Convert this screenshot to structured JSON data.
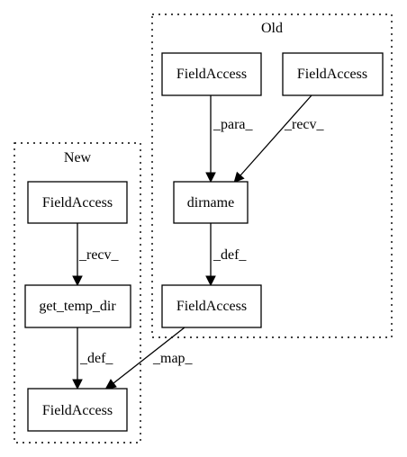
{
  "clusters": {
    "old": {
      "label": "Old"
    },
    "new": {
      "label": "New"
    }
  },
  "nodes": {
    "old_field_a": {
      "label": "FieldAccess"
    },
    "old_field_b": {
      "label": "FieldAccess"
    },
    "old_dirname": {
      "label": "dirname"
    },
    "old_field_c": {
      "label": "FieldAccess"
    },
    "new_field_a": {
      "label": "FieldAccess"
    },
    "new_get_temp_dir": {
      "label": "get_temp_dir"
    },
    "new_field_b": {
      "label": "FieldAccess"
    }
  },
  "edges": [
    {
      "from": "old_field_a",
      "to": "old_dirname",
      "label": "_para_"
    },
    {
      "from": "old_field_b",
      "to": "old_dirname",
      "label": "_recv_"
    },
    {
      "from": "old_dirname",
      "to": "old_field_c",
      "label": "_def_"
    },
    {
      "from": "new_field_a",
      "to": "new_get_temp_dir",
      "label": "_recv_"
    },
    {
      "from": "new_get_temp_dir",
      "to": "new_field_b",
      "label": "_def_"
    },
    {
      "from": "old_field_c",
      "to": "new_field_b",
      "label": "_map_"
    }
  ]
}
